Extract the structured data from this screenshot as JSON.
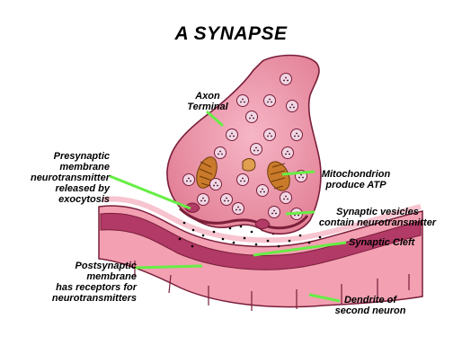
{
  "title": "A SYNAPSE",
  "labels": {
    "axon_terminal": [
      "Axon",
      "Terminal"
    ],
    "presynaptic": [
      "Presynaptic",
      "membrane",
      "neurotransmitter",
      "released by",
      "exocytosis"
    ],
    "mitochondrion": [
      "Mitochondrion",
      "produce ATP"
    ],
    "vesicles": [
      "Synaptic vesicles",
      "contain neurotransmitter"
    ],
    "cleft": [
      "Synaptic Cleft"
    ],
    "postsynaptic": [
      "Postsynaptic",
      "membrane",
      "has receptors for",
      "neurotransmitters"
    ],
    "dendrite": [
      "Dendrite of",
      "second neuron"
    ]
  },
  "colors": {
    "leader_line": "#66ee44",
    "terminal_fill": "#e8849c",
    "terminal_outline": "#7a1e3a",
    "dendrite_fill": "#f2a0b2",
    "membrane_band": "#b23a66",
    "vesicle_fill": "#f1d6e4",
    "mitochondrion": "#c97a2a"
  }
}
